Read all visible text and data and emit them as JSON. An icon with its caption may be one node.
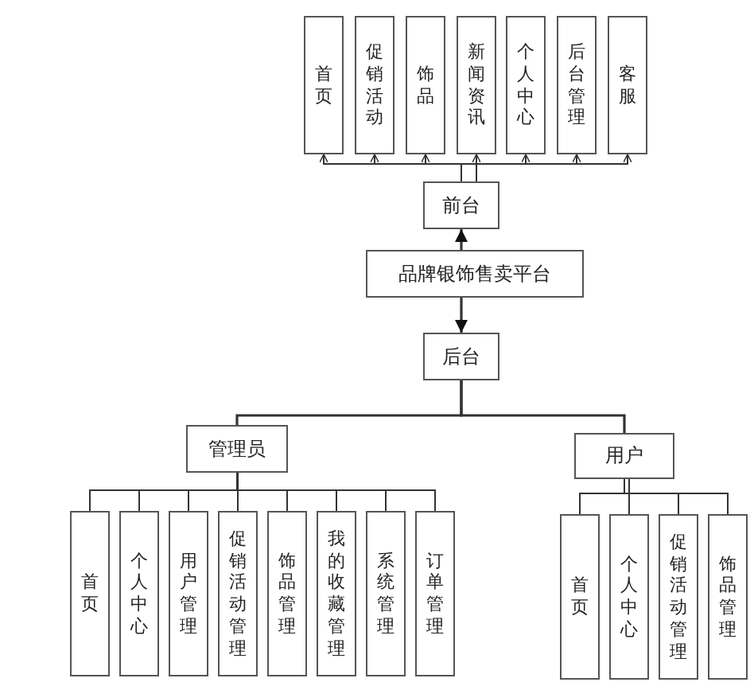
{
  "diagram": {
    "nodes": [
      {
        "text": [
          "首页"
        ]
      },
      {
        "text": [
          "促销活动"
        ]
      },
      {
        "text": [
          "饰品"
        ]
      },
      {
        "text": [
          "新闻资讯"
        ]
      },
      {
        "text": [
          "个人中心"
        ]
      },
      {
        "text": [
          "后台管理"
        ]
      },
      {
        "text": [
          "客服"
        ]
      },
      {
        "text": [
          "前台"
        ]
      },
      {
        "text": [
          "品牌银饰售卖平台"
        ]
      },
      {
        "text": [
          "后台"
        ]
      },
      {
        "text": [
          "管理员"
        ]
      },
      {
        "text": [
          "首页"
        ]
      },
      {
        "text": [
          "个人中心"
        ]
      },
      {
        "text": [
          "用户管理"
        ]
      },
      {
        "text": [
          "促销活动管理"
        ]
      },
      {
        "text": [
          "饰品管理"
        ]
      },
      {
        "text": [
          "我的收藏管理"
        ]
      },
      {
        "text": [
          "系统管理"
        ]
      },
      {
        "text": [
          "订单管理"
        ]
      },
      {
        "text": [
          "用户"
        ]
      },
      {
        "text": [
          "首页"
        ]
      },
      {
        "text": [
          "个人中心"
        ]
      },
      {
        "text": [
          "促销活动管理"
        ]
      },
      {
        "text": [
          "饰品管理"
        ]
      }
    ],
    "edges": [
      {
        "from": 7,
        "to": 0,
        "arrow": "to"
      },
      {
        "from": 7,
        "to": 1,
        "arrow": "to"
      },
      {
        "from": 7,
        "to": 2,
        "arrow": "to"
      },
      {
        "from": 7,
        "to": 3,
        "arrow": "to"
      },
      {
        "from": 7,
        "to": 4,
        "arrow": "to"
      },
      {
        "from": 7,
        "to": 5,
        "arrow": "to"
      },
      {
        "from": 7,
        "to": 6,
        "arrow": "to"
      },
      {
        "from": 8,
        "to": 7,
        "arrow": "to"
      },
      {
        "from": 8,
        "to": 9,
        "arrow": "to"
      },
      {
        "from": 9,
        "to": 10,
        "arrow": "none"
      },
      {
        "from": 9,
        "to": 19,
        "arrow": "none"
      },
      {
        "from": 10,
        "to": 11,
        "arrow": "none"
      },
      {
        "from": 10,
        "to": 12,
        "arrow": "none"
      },
      {
        "from": 10,
        "to": 13,
        "arrow": "none"
      },
      {
        "from": 10,
        "to": 14,
        "arrow": "none"
      },
      {
        "from": 10,
        "to": 15,
        "arrow": "none"
      },
      {
        "from": 10,
        "to": 16,
        "arrow": "none"
      },
      {
        "from": 10,
        "to": 17,
        "arrow": "none"
      },
      {
        "from": 10,
        "to": 18,
        "arrow": "none"
      },
      {
        "from": 19,
        "to": 20,
        "arrow": "none"
      },
      {
        "from": 19,
        "to": 21,
        "arrow": "none"
      },
      {
        "from": 19,
        "to": 22,
        "arrow": "none"
      },
      {
        "from": 19,
        "to": 23,
        "arrow": "none"
      }
    ]
  }
}
